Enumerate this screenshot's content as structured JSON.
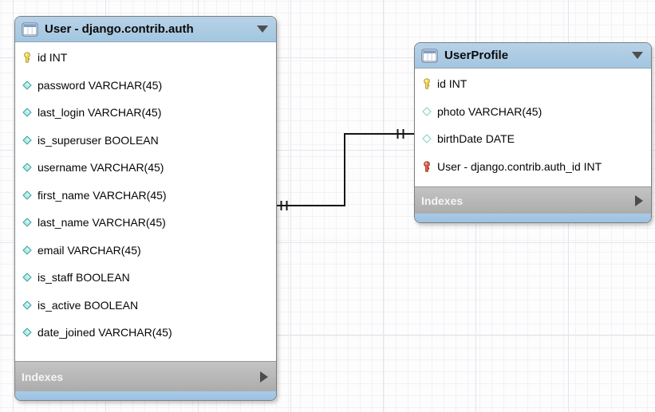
{
  "diagram": {
    "tables": [
      {
        "title": "User - django.contrib.auth",
        "header_icon": "table-icon",
        "collapse_icon": "triangle-down",
        "fields": [
          {
            "label": "id INT",
            "icon": "primary-key"
          },
          {
            "label": "password VARCHAR(45)",
            "icon": "column-notnull"
          },
          {
            "label": "last_login VARCHAR(45)",
            "icon": "column-notnull"
          },
          {
            "label": "is_superuser BOOLEAN",
            "icon": "column-notnull"
          },
          {
            "label": "username VARCHAR(45)",
            "icon": "column-notnull"
          },
          {
            "label": "first_name VARCHAR(45)",
            "icon": "column-notnull"
          },
          {
            "label": "last_name VARCHAR(45)",
            "icon": "column-notnull"
          },
          {
            "label": "email VARCHAR(45)",
            "icon": "column-notnull"
          },
          {
            "label": "is_staff BOOLEAN",
            "icon": "column-notnull"
          },
          {
            "label": "is_active BOOLEAN",
            "icon": "column-notnull"
          },
          {
            "label": "date_joined VARCHAR(45)",
            "icon": "column-notnull"
          }
        ],
        "footer_label": "Indexes",
        "expand_icon": "triangle-right"
      },
      {
        "title": "UserProfile",
        "header_icon": "table-icon",
        "collapse_icon": "triangle-down",
        "fields": [
          {
            "label": "id INT",
            "icon": "primary-key"
          },
          {
            "label": "photo VARCHAR(45)",
            "icon": "column-nullable"
          },
          {
            "label": "birthDate DATE",
            "icon": "column-nullable"
          },
          {
            "label": "User - django.contrib.auth_id INT",
            "icon": "foreign-key"
          }
        ],
        "footer_label": "Indexes",
        "expand_icon": "triangle-right"
      }
    ],
    "relationship": {
      "from_table": "User - django.contrib.auth",
      "to_table": "UserProfile",
      "cardinality": "1:1",
      "source_marker": "mandatory-one",
      "target_marker": "mandatory-one"
    },
    "colors": {
      "header_blue": "#a8c8e0",
      "footer_blue": "#a0c4e4",
      "indexes_gray": "#b5b5b5",
      "primary_key_yellow": "#f3dc5c",
      "foreign_key_red": "#e2604a",
      "notnull_teal": "#b2ecec",
      "nullable_outline_teal": "#8ed0c6",
      "line_black": "#161616"
    }
  }
}
